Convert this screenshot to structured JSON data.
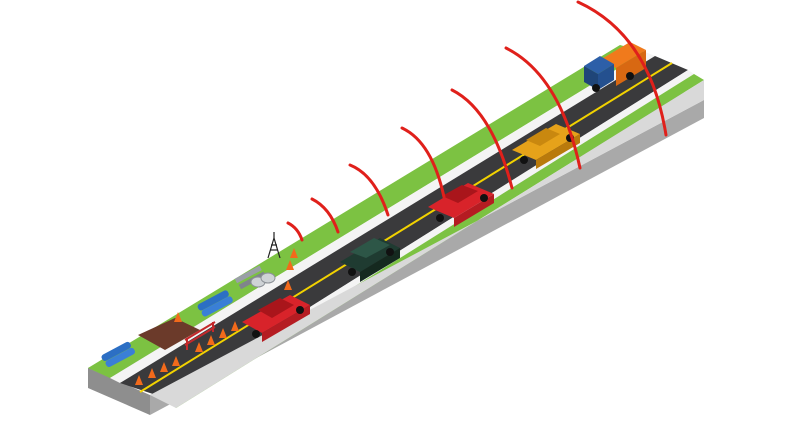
{
  "colors": {
    "background": "#ffffff",
    "road": "#3a3a3c",
    "lane_line": "#f2d200",
    "grass": "#7cc242",
    "curb_white": "#f4f4f4",
    "slab_side": "#b5b5b5",
    "slab_front": "#8e8e8e",
    "signal_arc": "#e0201b",
    "cone": "#f26a1b",
    "red_car": "#d8232a",
    "green_car": "#1f3b31",
    "yellow_truck": "#e6a21a",
    "truck_cab": "#2d5fa8",
    "truck_box": "#f07a1c",
    "blue_pipes": "#2c6fc4",
    "barrier": "#c4282b"
  },
  "scene": {
    "description_items": [
      "highway-road",
      "work-zone",
      "traffic-cones",
      "cars",
      "delivery-truck",
      "signal-arcs",
      "radio-tower"
    ]
  }
}
